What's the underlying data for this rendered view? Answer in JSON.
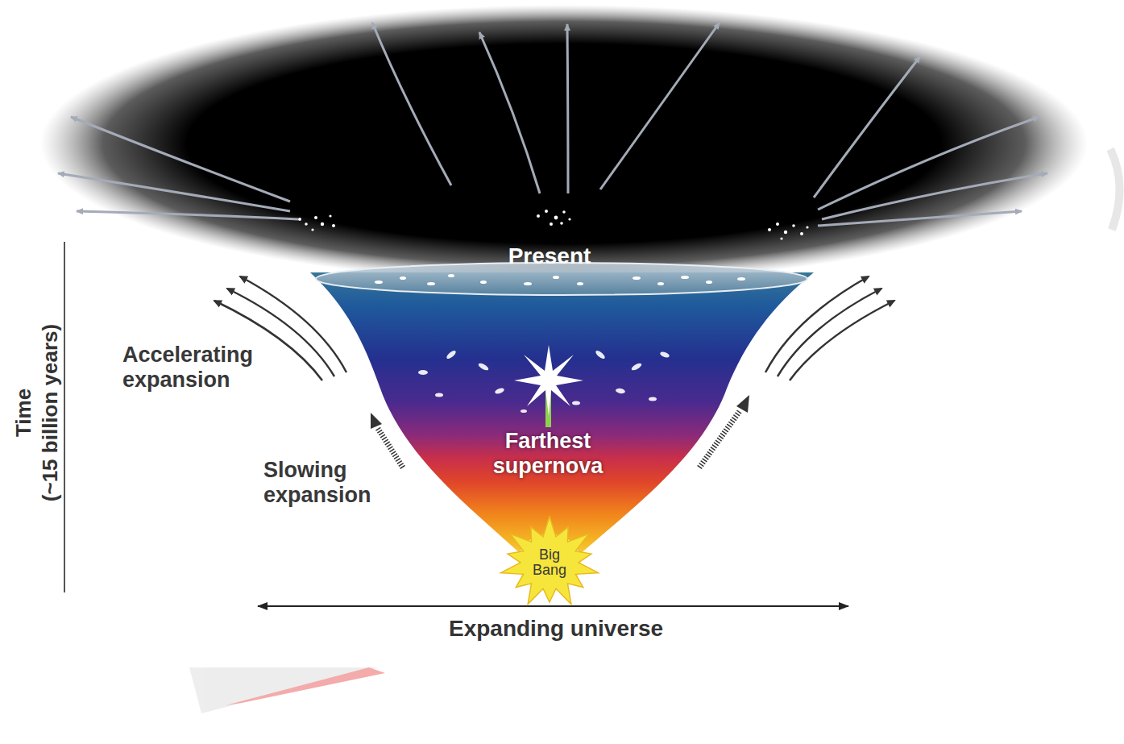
{
  "diagram": {
    "nodes": [
      {
        "text": [
          "Big Bang"
        ]
      }
    ],
    "labels": [
      "Present",
      "Accelerating expansion",
      "Slowing expansion",
      "Farthest supernova",
      "Expanding universe",
      "Time",
      "(~15 billion years)"
    ]
  }
}
